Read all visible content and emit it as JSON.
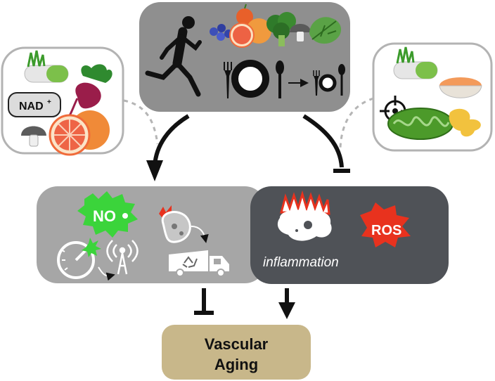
{
  "nad_label": "NAD",
  "nad_superscript": "+",
  "no_label": "NO",
  "ros_label": "ROS",
  "inflammation_label": "inflammation",
  "outcome": {
    "line1": "Vascular",
    "line2": "Aging"
  },
  "colors": {
    "top_panel": "#8f8f8f",
    "left_panel": "#a6a6a6",
    "right_panel": "#4f5257",
    "outcome_box": "#c8b78a",
    "no_burst": "#3bd43b",
    "ros_burst": "#e8321e",
    "arrow": "#111111",
    "dashed": "#b5b5b5"
  },
  "icons": [
    "runner-icon",
    "blueberries-icon",
    "grapefruit-icon",
    "apple-icon",
    "broccoli-icon",
    "mushroom-icon",
    "leafy-greens-icon",
    "plate-icon",
    "small-plate-icon",
    "fork-icon",
    "spoon-icon",
    "supplement-pill-icon",
    "beet-icon",
    "mitochondrion-icon",
    "target-icon",
    "powder-bowl-icon",
    "gauge-icon",
    "signal-icon",
    "damaged-cell-icon",
    "recycling-truck-icon",
    "inflamed-cell-icon"
  ]
}
